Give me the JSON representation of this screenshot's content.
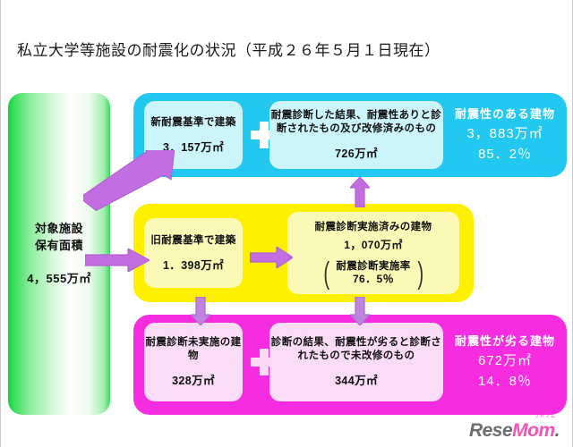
{
  "title": "私立大学等施設の耐震化の状況（平成２６年５月１日現在）",
  "source": {
    "label_line1": "対象施設",
    "label_line2": "保有面積",
    "value": "4，555万㎡"
  },
  "rows": {
    "cyan": {
      "box1": {
        "label": "新耐震基準で建築",
        "value": "3．157万㎡"
      },
      "operator": "plus-icon",
      "box2": {
        "label": "耐震診断した結果、耐震性ありと診断されたもの及び改修済みのもの",
        "value": "726万㎡"
      },
      "summary": {
        "label": "耐震性のある建物",
        "area": "3，883万㎡",
        "percent": "85．2％"
      }
    },
    "yellow": {
      "box1": {
        "label": "旧耐震基準で建築",
        "value": "1．398万㎡"
      },
      "box2": {
        "label": "耐震診断実施済みの建物",
        "value": "1，070万㎡",
        "rate_label": "耐震診断実施率",
        "rate_value": "76．5％",
        "paren_left": "(",
        "paren_right": ")"
      }
    },
    "pink": {
      "box1": {
        "label": "耐震診断未実施の建物",
        "value": "328万㎡"
      },
      "operator": "plus-icon",
      "box2": {
        "label": "診断の結果、耐震性が劣ると診断されたもので未改修のもの",
        "value": "344万㎡"
      },
      "summary": {
        "label": "耐震性が劣る建物",
        "area": "672万㎡",
        "percent": "14．8％"
      }
    }
  },
  "arrows": {
    "green_to_cyan": "arrow-diagonal-up-right-icon",
    "green_to_yellow": "arrow-right-icon",
    "yellow_box1_to_box2": "arrow-right-icon",
    "yellow_to_cyan": "arrow-up-icon",
    "yellow_to_pink_left": "arrow-down-icon",
    "yellow_to_pink_right": "arrow-down-icon"
  },
  "watermark": {
    "text_rese": "Rese",
    "text_mom": "Mom",
    "text_dot": ".",
    "ruby": "リセマム"
  },
  "colors": {
    "cyan_band": "#22c8f0",
    "cyan_box": "#ccf4fb",
    "yellow_band": "#fff000",
    "yellow_box": "#fbf9b6",
    "pink_band": "#f62ce0",
    "pink_box": "#fadcf6",
    "green_start": "#12d23a",
    "arrow_purple": "#c36ee0",
    "watermark_pink": "#f255b5"
  }
}
